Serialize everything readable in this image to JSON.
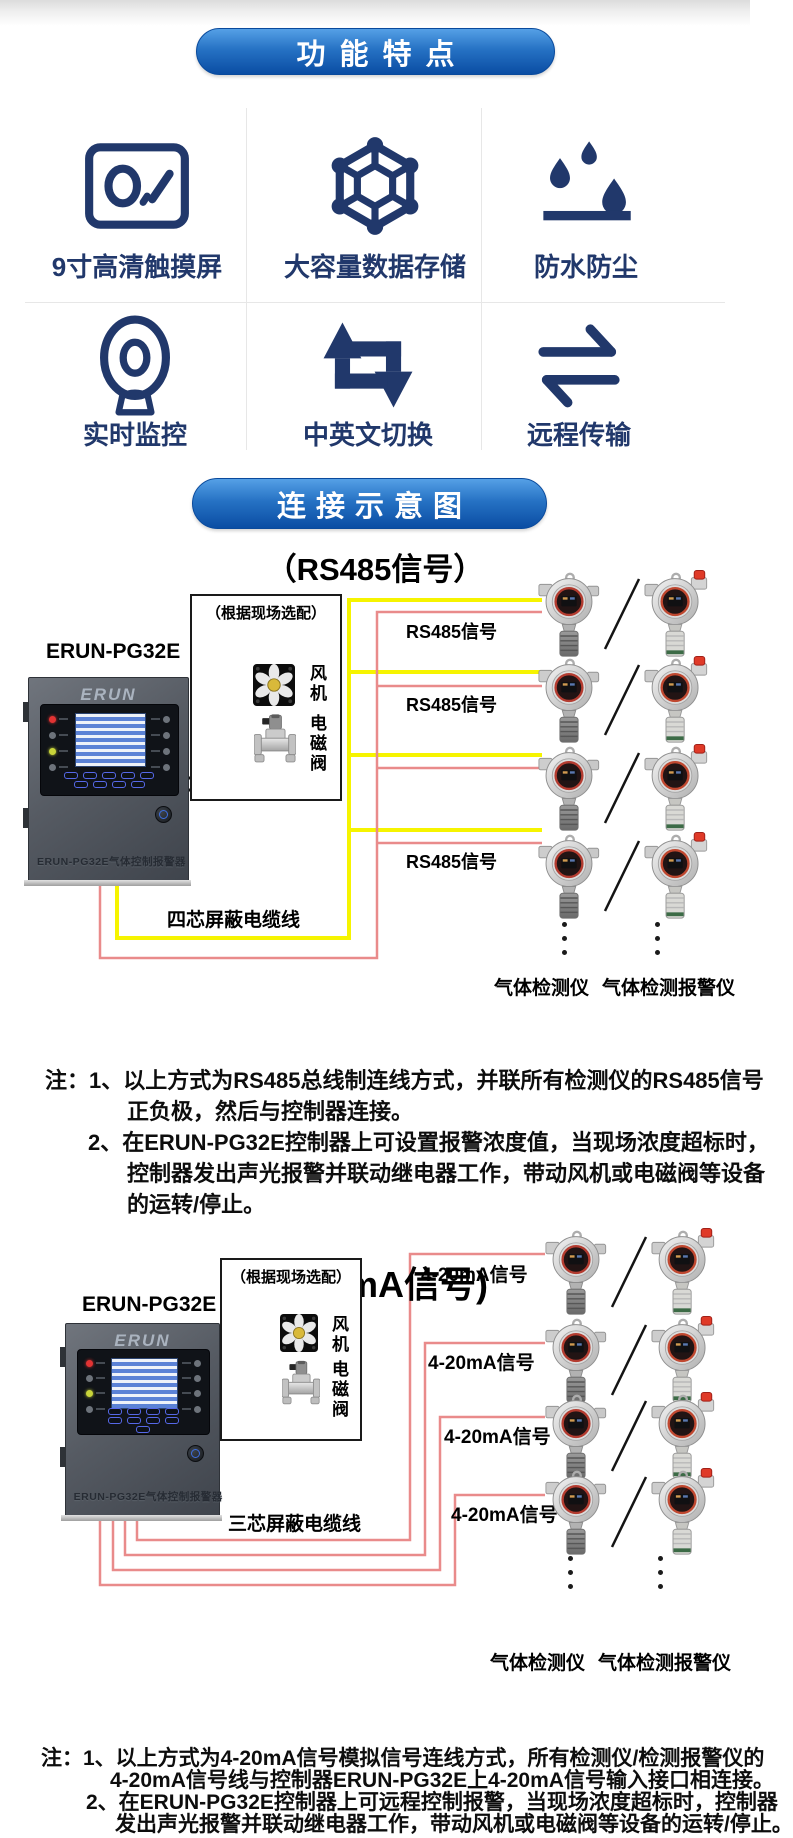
{
  "header": {
    "features_title": "功能特点",
    "connection_title": "连接示意图"
  },
  "features": {
    "items": [
      {
        "icon": "touchscreen-icon",
        "label": "9寸高清触摸屏"
      },
      {
        "icon": "data-storage-icon",
        "label": "大容量数据存储"
      },
      {
        "icon": "waterproof-icon",
        "label": "防水防尘"
      },
      {
        "icon": "monitor-camera-icon",
        "label": "实时监控"
      },
      {
        "icon": "language-switch-icon",
        "label": "中英文切换"
      },
      {
        "icon": "remote-transfer-icon",
        "label": "远程传输"
      }
    ]
  },
  "rs485": {
    "subtitle": "（RS485信号）",
    "controller_label": "ERUN-PG32E",
    "controller_logo": "ERUN",
    "controller_plate": "ERUN-PG32E气体控制报警器",
    "optional_label": "（根据现场选配）",
    "fan_label": "风机",
    "valve_label": "电磁阀",
    "signal_label": "RS485信号",
    "cable_label": "四芯屏蔽电缆线",
    "detector_label": "气体检测仪",
    "alarm_label": "气体检测报警仪"
  },
  "ma420": {
    "subtitle": "(4-20mA信号)",
    "controller_label": "ERUN-PG32E",
    "controller_logo": "ERUN",
    "controller_plate": "ERUN-PG32E气体控制报警器",
    "optional_label": "（根据现场选配）",
    "fan_label": "风机",
    "valve_label": "电磁阀",
    "signal_label": "4-20mA信号",
    "cable_label": "三芯屏蔽电缆线",
    "detector_label": "气体检测仪",
    "alarm_label": "气体检测报警仪"
  },
  "notes_rs485": {
    "lines": [
      "注：1、以上方式为RS485总线制连线方式，并联所有检测仪的RS485信号",
      "正负极，然后与控制器连接。",
      "2、在ERUN-PG32E控制器上可设置报警浓度值，当现场浓度超标时，",
      "控制器发出声光报警并联动继电器工作，带动风机或电磁阀等设备",
      "的运转/停止。"
    ]
  },
  "notes_420": {
    "lines": [
      "注：1、以上方式为4-20mA信号模拟信号连线方式，所有检测仪/检测报警仪的",
      "4-20mA信号线与控制器ERUN-PG32E上4-20mA信号输入接口相连接。",
      "2、在ERUN-PG32E控制器上可远程控制报警，当现场浓度超标时，控制器",
      "发出声光报警并联动继电器工作，带动风机或电磁阀等设备的运转/停止。"
    ]
  },
  "colors": {
    "accent_navy": "#21386b",
    "pill_top": "#55a0e6",
    "pill_bottom": "#0a4da3",
    "wire_yellow": "#f6f400",
    "wire_red": "#e98b8b",
    "wire_black": "#141414",
    "note_text": "#0d0d0d"
  }
}
